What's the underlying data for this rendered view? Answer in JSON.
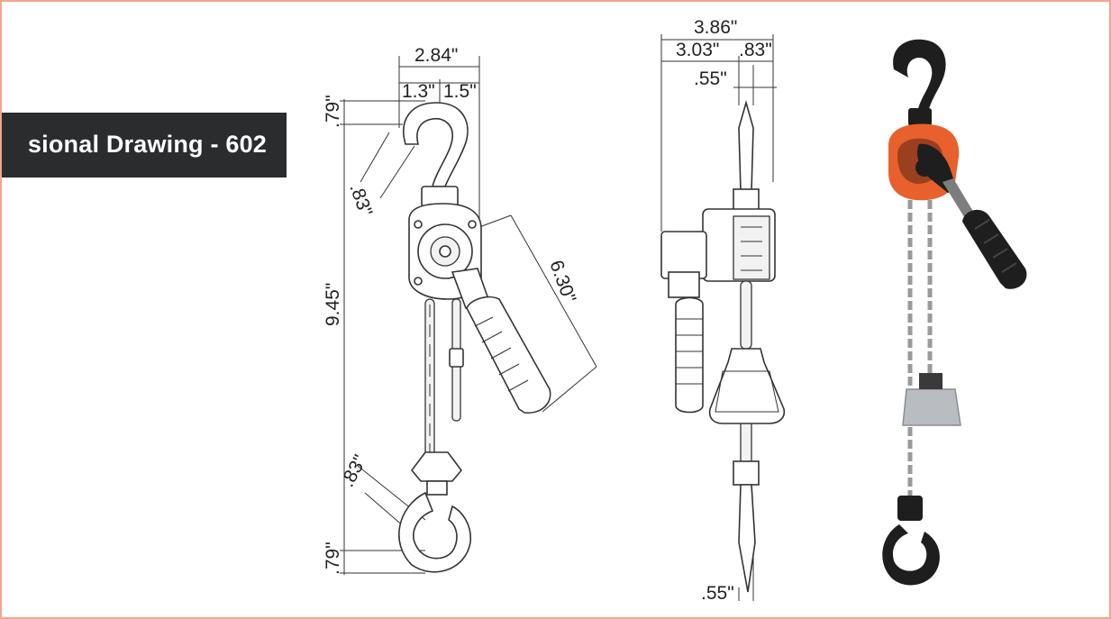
{
  "banner": {
    "title": "sional Drawing - 602"
  },
  "front_view": {
    "overall_width": "2.84\"",
    "width_left": "1.3\"",
    "width_right": "1.5\"",
    "top_hook_offset": ".79\"",
    "top_hook_opening": ".83\"",
    "overall_height": "9.45\"",
    "handle_length": "6.30\"",
    "bottom_hook_opening": ".83\"",
    "bottom_hook_offset": ".79\""
  },
  "side_view": {
    "overall_depth": "3.86\"",
    "depth_left": "3.03\"",
    "depth_right": ".83\"",
    "top_offset": ".55\"",
    "bottom_offset": ".55\""
  },
  "colors": {
    "frame_border": "#f0a78d",
    "banner_bg": "#2b2c2e",
    "hoist_body": "#e8612c",
    "handle_grip": "#1e1e1e",
    "chain": "#9a9a9a"
  }
}
